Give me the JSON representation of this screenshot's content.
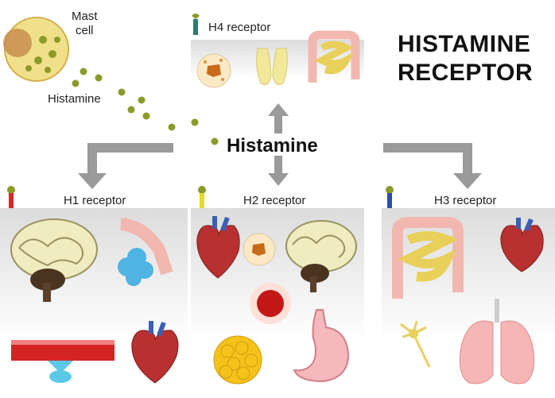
{
  "title_line1": "HISTAMINE",
  "title_line2": "RECEPTOR",
  "center_label": "Histamine",
  "mast_cell_line1": "Mast",
  "mast_cell_line2": "cell",
  "histamine_small_label": "Histamine",
  "receptors": {
    "h1": {
      "label": "H1 receptor",
      "color": "#d32a2a"
    },
    "h2": {
      "label": "H2 receptor",
      "color": "#e4d832"
    },
    "h3": {
      "label": "H3 receptor",
      "color": "#2c4fa8"
    },
    "h4": {
      "label": "H4 receptor",
      "color": "#2f7a6e"
    }
  }
}
